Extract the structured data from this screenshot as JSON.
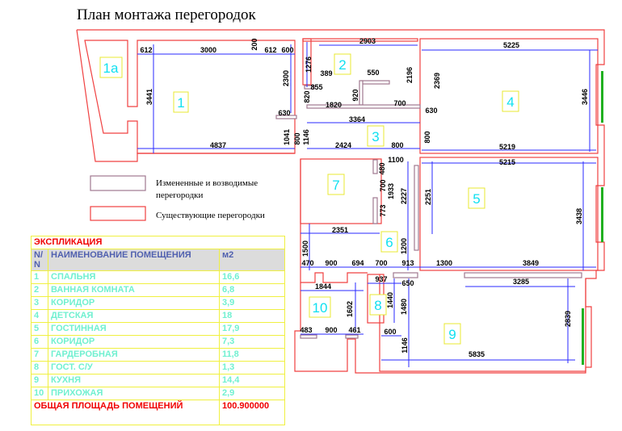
{
  "title": "План монтажа перегородок",
  "rooms": [
    "1a",
    "1",
    "2",
    "3",
    "4",
    "5",
    "6",
    "7",
    "8",
    "9",
    "10"
  ],
  "legend": {
    "changed": "Измененные и возводимые",
    "changed2": "перегородки",
    "existing": "Существующие перегородки"
  },
  "colors": {
    "existing_wall": "#f04040",
    "partition": "#a07890",
    "dimension": "#2a2aff",
    "window": "#20b020",
    "room_label": "#10e0f0"
  },
  "dims": [
    "612",
    "3000",
    "200",
    "612",
    "600",
    "1276",
    "2903",
    "5225",
    "2300",
    "389",
    "550",
    "2196",
    "2369",
    "855",
    "820",
    "920",
    "1820",
    "700",
    "630",
    "630",
    "3364",
    "3441",
    "3446",
    "1041",
    "800",
    "1146",
    "2424",
    "800",
    "800",
    "4837",
    "5219",
    "1100",
    "5215",
    "480",
    "700",
    "1933",
    "2227",
    "2251",
    "773",
    "3438",
    "2351",
    "1500",
    "1200",
    "470",
    "900",
    "694",
    "700",
    "913",
    "1300",
    "3849",
    "937",
    "650",
    "1844",
    "3285",
    "1602",
    "1440",
    "1480",
    "2839",
    "483",
    "900",
    "461",
    "600",
    "1146",
    "5835"
  ],
  "table": {
    "title": "ЭКСПЛИКАЦИЯ",
    "headers": [
      "N/ N",
      "НАИМЕНОВАНИЕ ПОМЕЩЕНИЯ",
      "м2"
    ],
    "rows": [
      {
        "n": "1",
        "name": "СПАЛЬНЯ",
        "area": "16,6"
      },
      {
        "n": "2",
        "name": "ВАННАЯ КОМНАТА",
        "area": "6,8"
      },
      {
        "n": "3",
        "name": "КОРИДОР",
        "area": "3,9"
      },
      {
        "n": "4",
        "name": "ДЕТСКАЯ",
        "area": "18"
      },
      {
        "n": "5",
        "name": "ГОСТИННАЯ",
        "area": "17,9"
      },
      {
        "n": "6",
        "name": "КОРИДОР",
        "area": "7,3"
      },
      {
        "n": "7",
        "name": "ГАРДЕРОБНАЯ",
        "area": "11,8"
      },
      {
        "n": "8",
        "name": "ГОСТ. С/У",
        "area": "1,3"
      },
      {
        "n": "9",
        "name": "КУХНЯ",
        "area": "14,4"
      },
      {
        "n": "10",
        "name": "ПРИХОЖАЯ",
        "area": "2,9"
      }
    ],
    "total_label": "ОБЩАЯ ПЛОЩАДЬ ПОМЕЩЕНИЙ",
    "total_value": "100.900000"
  }
}
